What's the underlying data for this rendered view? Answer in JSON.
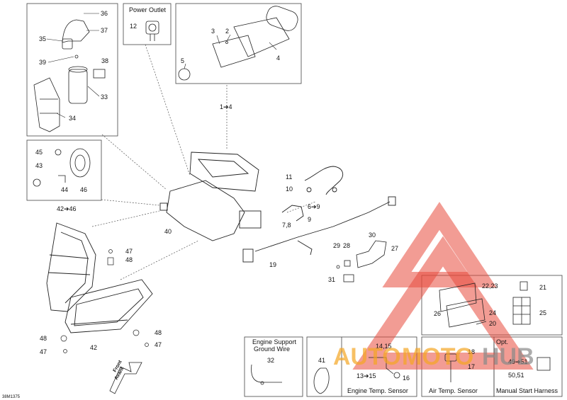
{
  "boxes": {
    "power_outlet": "Power Outlet",
    "engine_support": [
      "Engine Support",
      "Ground Wire"
    ],
    "engine_temp": "Engine Temp. Sensor",
    "air_temp": "Air Temp. Sensor",
    "manual_start": "Manual Start Harness",
    "opt": "Opt."
  },
  "callouts": {
    "c36": "36",
    "c37": "37",
    "c35": "35",
    "c38": "38",
    "c39": "39",
    "c33": "33",
    "c34": "34",
    "c12": "12",
    "c3": "3",
    "c2": "2",
    "c5": "5",
    "c4": "4",
    "c1_4": "1➔4",
    "c45": "45",
    "c43": "43",
    "c44": "44",
    "c46": "46",
    "c42_46": "42➔46",
    "c11": "11",
    "c10": "10",
    "c6_9": "6➔9",
    "c7_8": "7,8",
    "c9": "9",
    "c40": "40",
    "c47a": "47",
    "c48a": "48",
    "c19": "19",
    "c29": "29",
    "c28": "28",
    "c30": "30",
    "c27": "27",
    "c31": "31",
    "c22_23": "22,23",
    "c21": "21",
    "c26": "26",
    "c24": "24",
    "c20": "20",
    "c25": "25",
    "c48b": "48",
    "c47b": "47",
    "c42": "42",
    "c48c": "48",
    "c47c": "47",
    "c32": "32",
    "c41": "41",
    "c14_15": "14,15",
    "c13_15": "13➔15",
    "c16": "16",
    "c18": "18",
    "c17": "17",
    "c49_51": "49➔51",
    "c50_51": "50,51"
  },
  "front_label": [
    "Front",
    "Avant"
  ],
  "drawing_code": "38M1375",
  "watermark": {
    "auto": "AUTO",
    "moto": "MOTO",
    "hub": "HUB"
  },
  "colors": {
    "watermark_red": "#e84b3c",
    "watermark_orange": "#f5a623",
    "watermark_gray": "#8a8a8a"
  }
}
